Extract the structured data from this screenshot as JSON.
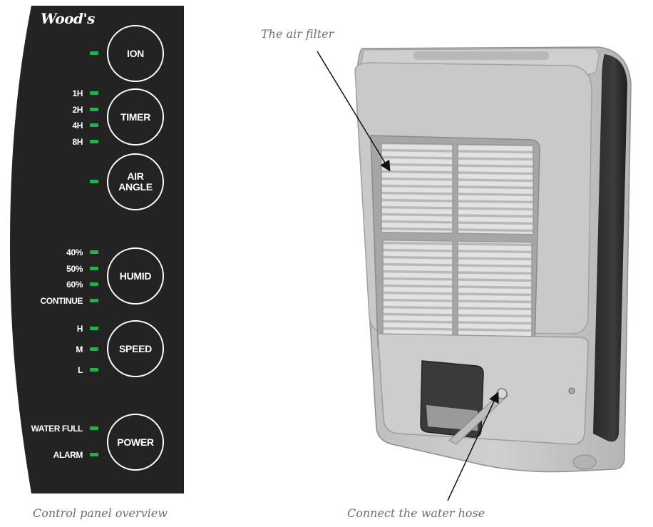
{
  "panel": {
    "brand": "Wood's",
    "buttons": {
      "ion": "ION",
      "timer": "TIMER",
      "air_angle_line1": "AIR",
      "air_angle_line2": "ANGLE",
      "humid": "HUMID",
      "speed": "SPEED",
      "power": "POWER"
    },
    "timer_indicators": [
      "1H",
      "2H",
      "4H",
      "8H"
    ],
    "humid_indicators": [
      "40%",
      "50%",
      "60%",
      "CONTINUE"
    ],
    "speed_indicators": [
      "H",
      "M",
      "L"
    ],
    "power_indicators": [
      "WATER FULL",
      "ALARM"
    ]
  },
  "captions": {
    "panel": "Control panel overview",
    "air_filter": "The air filter",
    "water_hose": "Connect the water hose"
  },
  "colors": {
    "panel_bg": "#232323",
    "led": "#22b24c",
    "caption": "#6f6f6f"
  }
}
